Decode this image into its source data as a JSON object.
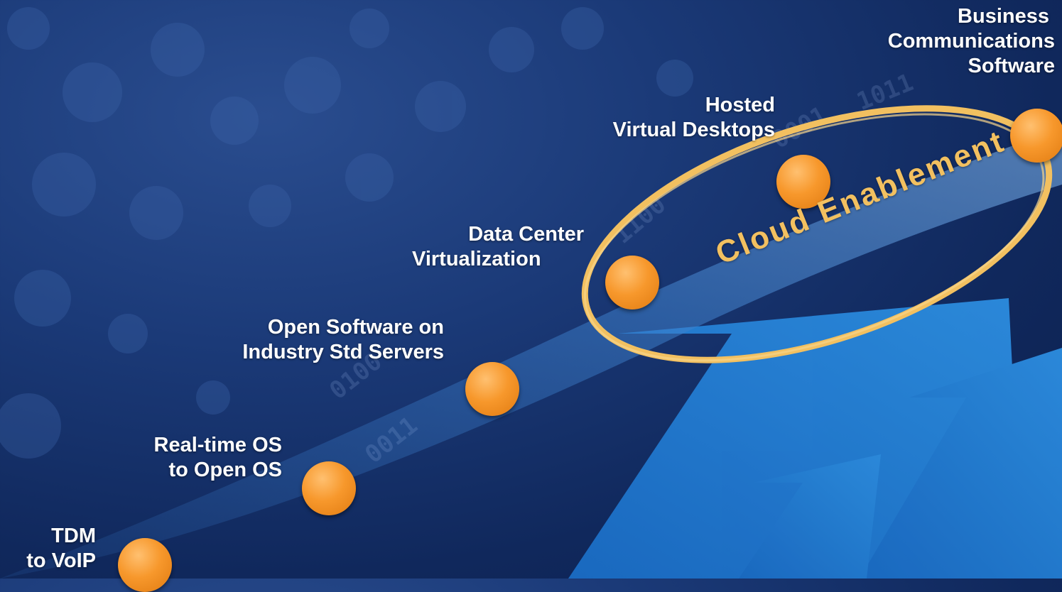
{
  "milestones": [
    {
      "lines": [
        "TDM",
        "to VoIP"
      ]
    },
    {
      "lines": [
        "Real-time OS",
        "to Open OS"
      ]
    },
    {
      "lines": [
        "Open Software on",
        "Industry Std Servers"
      ]
    },
    {
      "lines": [
        "Data Center",
        "Virtualization"
      ]
    },
    {
      "lines": [
        "Hosted",
        "Virtual Desktops"
      ]
    },
    {
      "lines": [
        "Business",
        "Communications",
        "Software"
      ]
    }
  ],
  "highlight": {
    "label": "Cloud Enablement",
    "color": "#f2c060"
  },
  "colors": {
    "dot": "#f7982c",
    "background": "#1b3a78",
    "arrow": "#1e73c8"
  },
  "binary_decor": [
    "1011",
    "0001",
    "1100",
    "0011",
    "0100"
  ]
}
